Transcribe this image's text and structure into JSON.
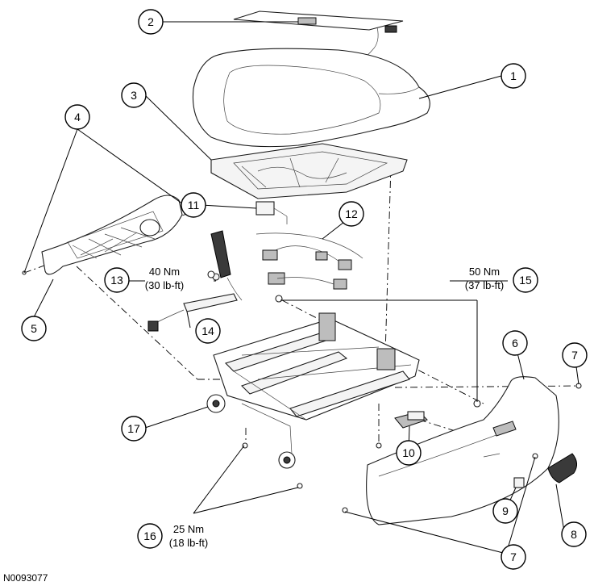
{
  "figure_id": "N0093077",
  "callouts": [
    "1",
    "2",
    "3",
    "4",
    "5",
    "6",
    "7",
    "7",
    "8",
    "9",
    "10",
    "11",
    "12",
    "13",
    "14",
    "15",
    "16",
    "17"
  ],
  "torques": {
    "t13": {
      "nm": "40 Nm",
      "lbft": "(30 lb-ft)"
    },
    "t15": {
      "nm": "50 Nm",
      "lbft": "(37 lb-ft)"
    },
    "t16": {
      "nm": "25 Nm",
      "lbft": "(18 lb-ft)"
    }
  }
}
